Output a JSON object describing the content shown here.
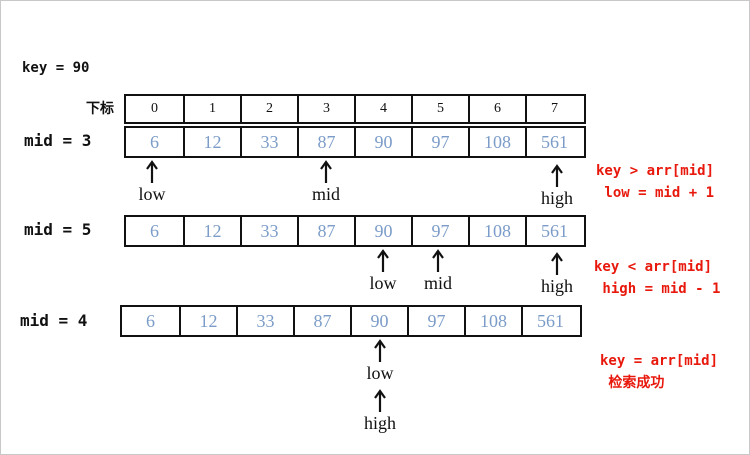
{
  "key_line": "key = 90",
  "index_label": "下标",
  "indices": [
    "0",
    "1",
    "2",
    "3",
    "4",
    "5",
    "6",
    "7"
  ],
  "array": [
    "6",
    "12",
    "33",
    "87",
    "90",
    "97",
    "108",
    "561"
  ],
  "steps": [
    {
      "mid_label": "mid = 3",
      "pointers": {
        "low": "low",
        "mid": "mid",
        "high": "high"
      },
      "note": [
        "key > arr[mid]",
        " low = mid + 1"
      ]
    },
    {
      "mid_label": "mid = 5",
      "pointers": {
        "low": "low",
        "mid": "mid",
        "high": "high"
      },
      "note": [
        "key < arr[mid]",
        " high = mid - 1"
      ]
    },
    {
      "mid_label": "mid = 4",
      "pointers": {
        "low": "low",
        "high": "high"
      },
      "note": [
        "key = arr[mid]",
        " 检索成功"
      ]
    }
  ],
  "colors": {
    "values": "#7b9cc8",
    "notes": "#e8180c",
    "lines": "#111111"
  }
}
